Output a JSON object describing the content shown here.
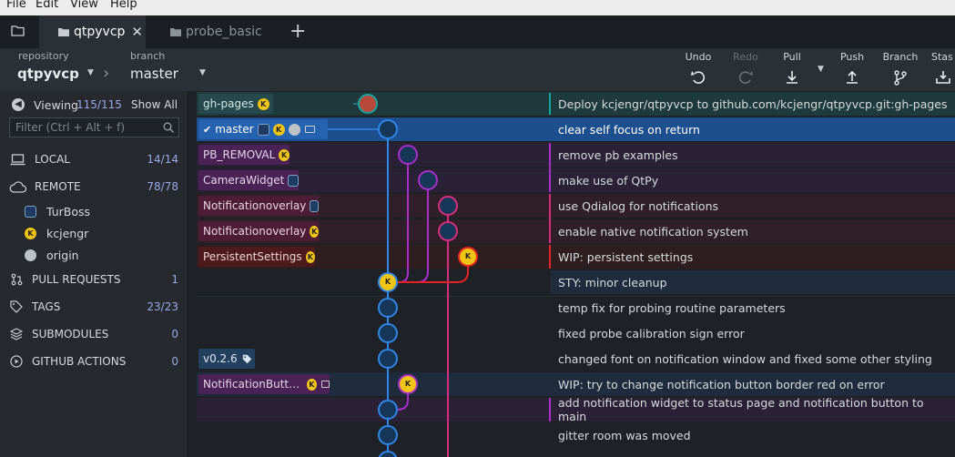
{
  "menu": [
    "File",
    "Edit",
    "View",
    "Help"
  ],
  "tabs": [
    {
      "label": "qtpyvcp",
      "active": true
    },
    {
      "label": "probe_basic",
      "active": false
    }
  ],
  "toolbar": {
    "repository_caption": "repository",
    "repository": "qtpyvcp",
    "branch_caption": "branch",
    "branch": "master",
    "undo": "Undo",
    "redo": "Redo",
    "pull": "Pull",
    "push": "Push",
    "branch_btn": "Branch",
    "stash": "Stas"
  },
  "sidebar": {
    "viewing_label": "Viewing",
    "viewing_count": "115/115",
    "show_all": "Show All",
    "filter_placeholder": "Filter (Ctrl + Alt + f)",
    "local": {
      "label": "LOCAL",
      "count": "14/14"
    },
    "remote": {
      "label": "REMOTE",
      "count": "78/78"
    },
    "remotes": [
      {
        "name": "TurBoss",
        "icon": "avatar-icon"
      },
      {
        "name": "kcjengr",
        "icon": "kc-avatar-icon"
      },
      {
        "name": "origin",
        "icon": "origin-icon"
      }
    ],
    "pull_requests": {
      "label": "PULL REQUESTS",
      "count": "1"
    },
    "tags": {
      "label": "TAGS",
      "count": "23/23"
    },
    "submodules": {
      "label": "SUBMODULES",
      "count": "0"
    },
    "actions": {
      "label": "GITHUB ACTIONS",
      "count": "0"
    }
  },
  "graph": {
    "refs": [
      {
        "label": "gh-pages"
      },
      {
        "label": "master"
      },
      {
        "label": "PB_REMOVAL"
      },
      {
        "label": "CameraWidget"
      },
      {
        "label": "Notificationoverlay"
      },
      {
        "label": "Notificationoverlay"
      },
      {
        "label": "PersistentSettings"
      },
      {
        "label": "v0.2.6"
      },
      {
        "label": "NotificationButt…"
      }
    ],
    "commits": [
      "Deploy kcjengr/qtpyvcp to github.com/kcjengr/qtpyvcp.git:gh-pages",
      "clear self focus on return",
      "remove pb examples",
      "make use of QtPy",
      "use Qdialog for notifications",
      "enable native notification system",
      "WIP: persistent settings",
      "STY: minor cleanup",
      "temp fix for probing routine parameters",
      "fixed probe calibration sign error",
      "changed font on notification window and fixed some other styling",
      "WIP: try to change notification button border red on error",
      "add notification widget to status page and notification button to main",
      "gitter room was moved"
    ],
    "colors": {
      "master": "#2f86e8",
      "purple": "#a82ec8",
      "pink": "#d82c7e",
      "red": "#e32424",
      "teal": "#16a59c",
      "ghpages": "#1d8a8c"
    }
  }
}
